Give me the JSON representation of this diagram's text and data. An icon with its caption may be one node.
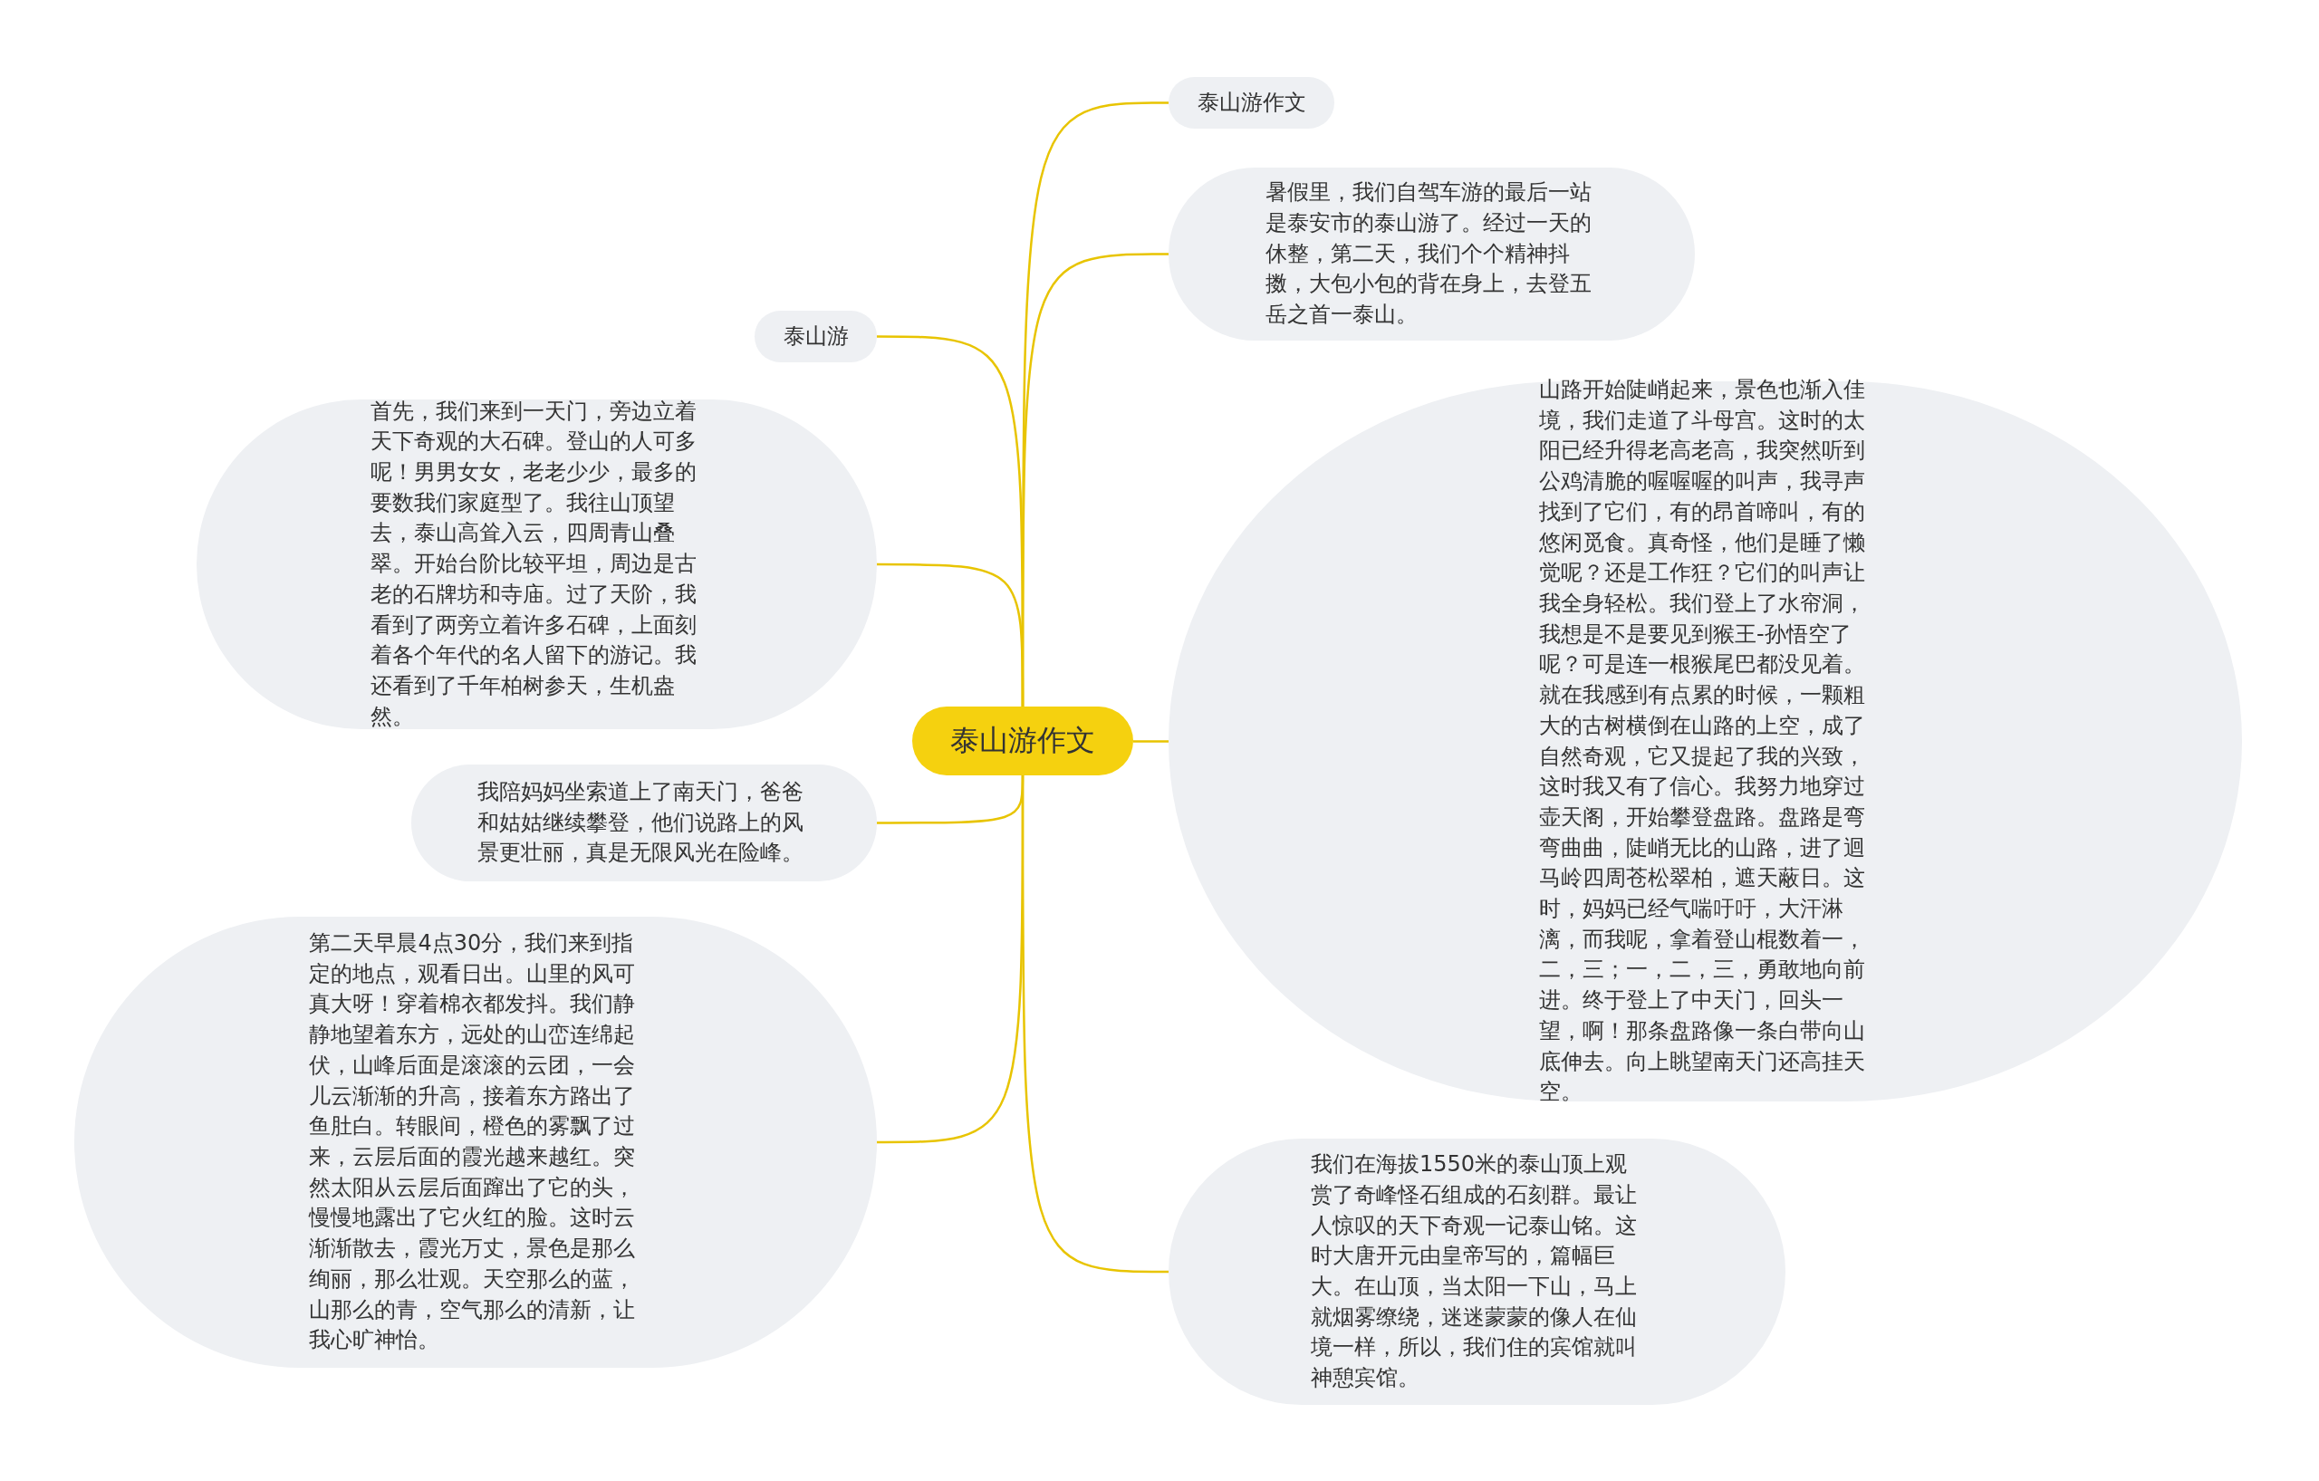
{
  "diagram": {
    "nodes": [
      {
        "text": [
          "泰山游作文"
        ]
      },
      {
        "text": [
          "泰山游作文"
        ]
      },
      {
        "text": [
          "暑假里，我们自驾车游的最后一站是泰安市的泰山游了。经过一天的休整，第二天，我们个个精神抖擞，大包小包的背在身上，去登五岳之首一泰山。"
        ]
      },
      {
        "text": [
          "山路开始陡峭起来，景色也渐入佳境，我们走道了斗母宫。这时的太阳已经升得老高老高，我突然听到公鸡清脆的喔喔喔的叫声，我寻声找到了它们，有的昂首啼叫，有的悠闲觅食。真奇怪，他们是睡了懒觉呢？还是工作狂？它们的叫声让我全身轻松。我们登上了水帘洞，我想是不是要见到猴王-孙悟空了呢？可是连一根猴尾巴都没见着。就在我感到有点累的时候，一颗粗大的古树横倒在山路的上空，成了自然奇观，它又提起了我的兴致，这时我又有了信心。我努力地穿过壶天阁，开始攀登盘路。盘路是弯弯曲曲，陡峭无比的山路，进了迴马岭四周苍松翠柏，遮天蔽日。这时，妈妈已经气喘吁吁，大汗淋漓，而我呢，拿着登山棍数着一，二，三；一，二，三，勇敢地向前进。终于登上了中天门，回头一望，啊！那条盘路像一条白带向山底伸去。向上眺望南天门还高挂天空。"
        ]
      },
      {
        "text": [
          "我们在海拔1550米的泰山顶上观赏了奇峰怪石组成的石刻群。最让人惊叹的天下奇观一记泰山铭。这时大唐开元由皇帝写的，篇幅巨大。在山顶，当太阳一下山，马上就烟雾缭绕，迷迷蒙蒙的像人在仙境一样，所以，我们住的宾馆就叫神憩宾馆。"
        ]
      },
      {
        "text": [
          "泰山游"
        ]
      },
      {
        "text": [
          "首先，我们来到一天门，旁边立着天下奇观的大石碑。登山的人可多呢！男男女女，老老少少，最多的要数我们家庭型了。我往山顶望去，泰山高耸入云，四周青山叠翠。开始台阶比较平坦，周边是古老的石牌坊和寺庙。过了天阶，我看到了两旁立着许多石碑，上面刻着各个年代的名人留下的游记。我还看到了千年柏树参天，生机盎然。"
        ]
      },
      {
        "text": [
          "我陪妈妈坐索道上了南天门，爸爸和姑姑继续攀登，他们说路上的风景更壮丽，真是无限风光在险峰。"
        ]
      },
      {
        "text": [
          "第二天早晨4点30分，我们来到指定的地点，观看日出。山里的风可真大呀！穿着棉衣都发抖。我们静静地望着东方，远处的山峦连绵起伏，山峰后面是滚滚的云团，一会儿云渐渐的升高，接着东方路出了鱼肚白。转眼间，橙色的雾飘了过来，云层后面的霞光越来越红。突然太阳从云层后面蹿出了它的头，慢慢地露出了它火红的脸。这时云渐渐散去，霞光万丈，景色是那么绚丽，那么壮观。天空那么的蓝，山那么的青，空气那么的清新，让我心旷神怡。"
        ]
      }
    ],
    "edges": [
      {
        "from": 0,
        "to": 1,
        "arrow": "none"
      },
      {
        "from": 0,
        "to": 2,
        "arrow": "none"
      },
      {
        "from": 0,
        "to": 3,
        "arrow": "none"
      },
      {
        "from": 0,
        "to": 4,
        "arrow": "none"
      },
      {
        "from": 0,
        "to": 5,
        "arrow": "none"
      },
      {
        "from": 0,
        "to": 6,
        "arrow": "none"
      },
      {
        "from": 0,
        "to": 7,
        "arrow": "none"
      },
      {
        "from": 0,
        "to": 8,
        "arrow": "none"
      }
    ]
  }
}
